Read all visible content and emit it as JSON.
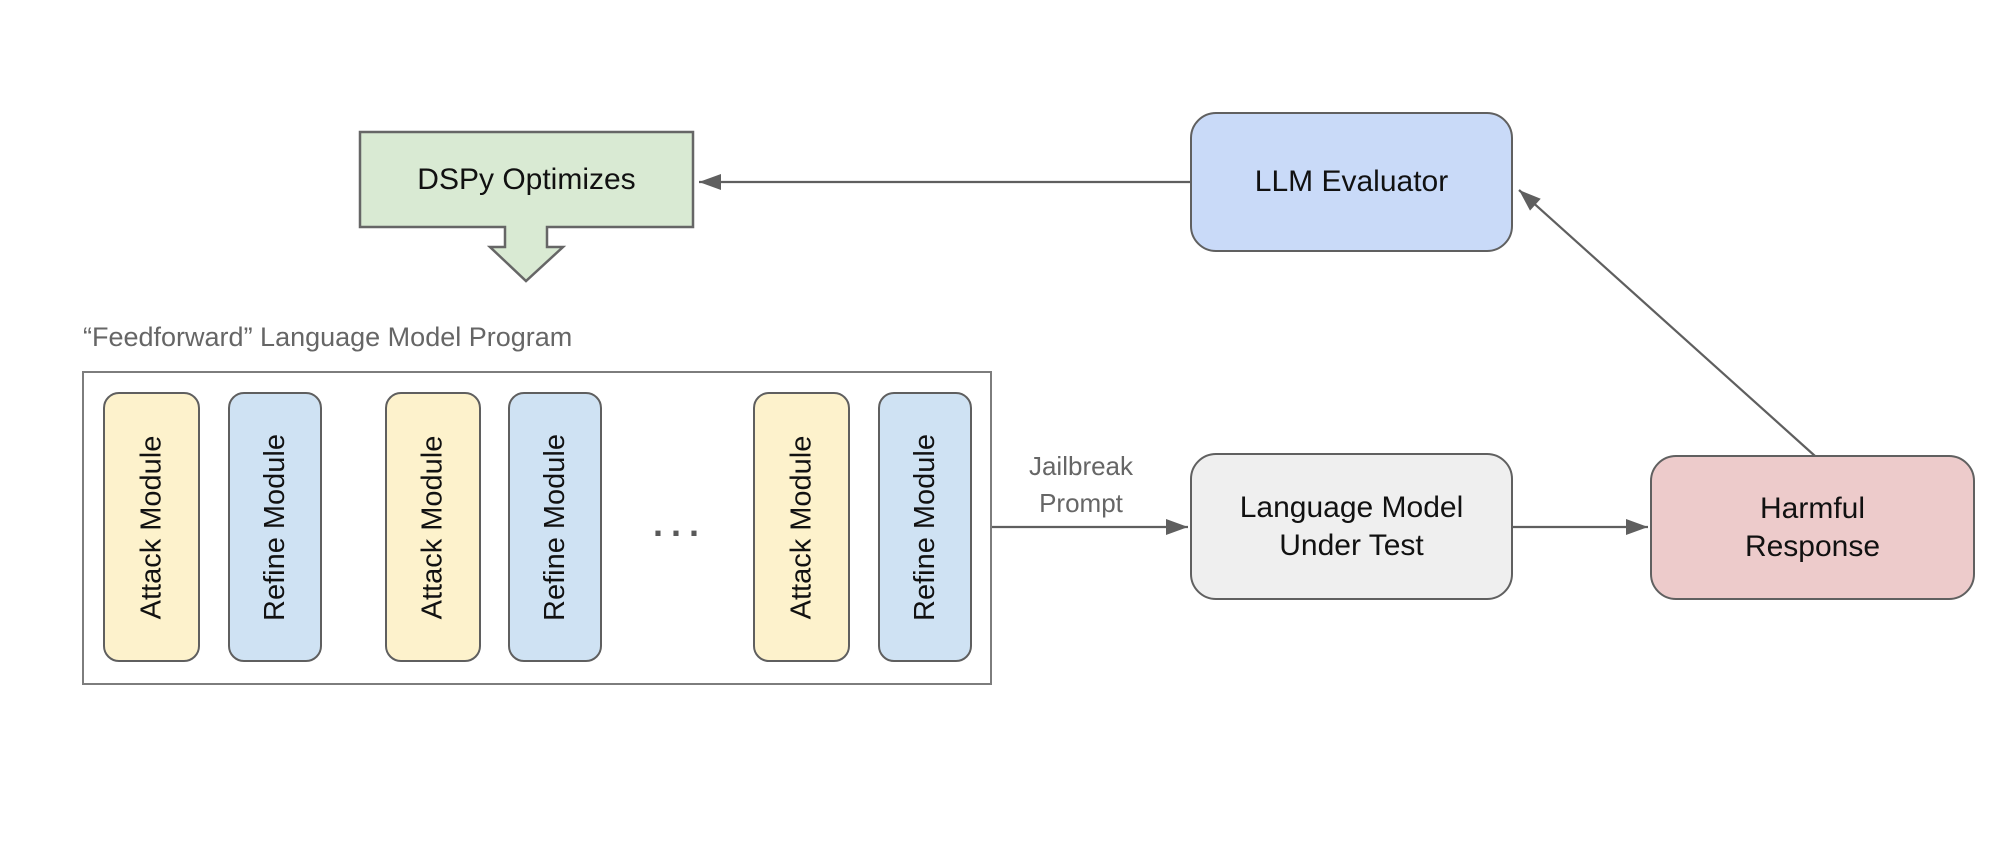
{
  "diagram": {
    "title": "“Feedforward” Language Model Program",
    "nodes": {
      "dspy": {
        "label": "DSPy Optimizes"
      },
      "llm_evaluator": {
        "label": "LLM Evaluator"
      },
      "language_model_under_test": {
        "label": "Language Model\nUnder Test"
      },
      "harmful_response": {
        "label": "Harmful\nResponse"
      }
    },
    "program": {
      "modules": [
        {
          "type": "attack",
          "label": "Attack Module"
        },
        {
          "type": "refine",
          "label": "Refine Module"
        },
        {
          "type": "attack",
          "label": "Attack Module"
        },
        {
          "type": "refine",
          "label": "Refine Module"
        },
        {
          "type": "attack",
          "label": "Attack Module"
        },
        {
          "type": "refine",
          "label": "Refine Module"
        }
      ],
      "ellipsis": "..."
    },
    "edge_labels": {
      "jailbreak_prompt": "Jailbreak\nPrompt"
    },
    "colors": {
      "dspy_fill": "#d9ead3",
      "evaluator_fill": "#c9daf8",
      "attack_fill": "#fdf2cc",
      "refine_fill": "#cfe2f3",
      "under_test_fill": "#efefef",
      "harmful_fill": "#edcbcb",
      "box_border": "#606060",
      "line": "#5f5f5f",
      "label_gray": "#666666",
      "text": "#111111"
    }
  }
}
